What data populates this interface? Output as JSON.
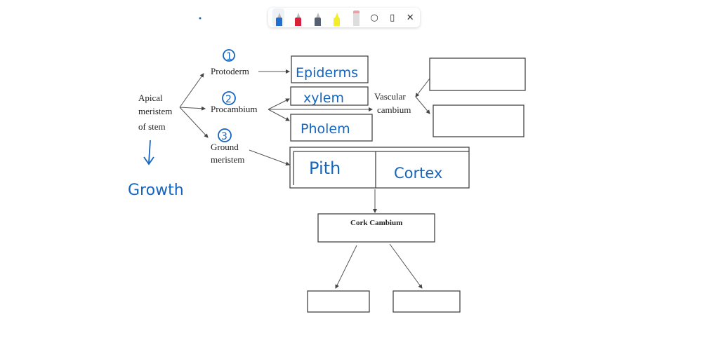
{
  "toolbar": {
    "tools": [
      "blue-pen",
      "red-pen",
      "dark-pen",
      "yellow-highlighter",
      "eraser"
    ],
    "pen_colors": [
      "#1e6fd0",
      "#d8203a",
      "#556070",
      "#f2ee2a",
      "#e8a0a8"
    ],
    "lasso": "lasso-icon",
    "ruler": "ruler-icon",
    "close": "✕"
  },
  "diagram": {
    "apical": [
      "Apical",
      "meristem",
      "of stem"
    ],
    "protoderm": "Protoderm",
    "procambium": "Procambium",
    "ground": [
      "Ground",
      "meristem"
    ],
    "vascular": [
      "Vascular",
      "cambium"
    ],
    "cork": "Cork Cambium"
  },
  "annotations": {
    "n1": "1",
    "n2": "2",
    "n3": "3",
    "epidermis": "Epiderms",
    "xylem": "xylem",
    "phloem": "Pholem",
    "pith": "Pith",
    "cortex": "Cortex",
    "growth": "Growth",
    "ink_color": "#1565c0"
  }
}
